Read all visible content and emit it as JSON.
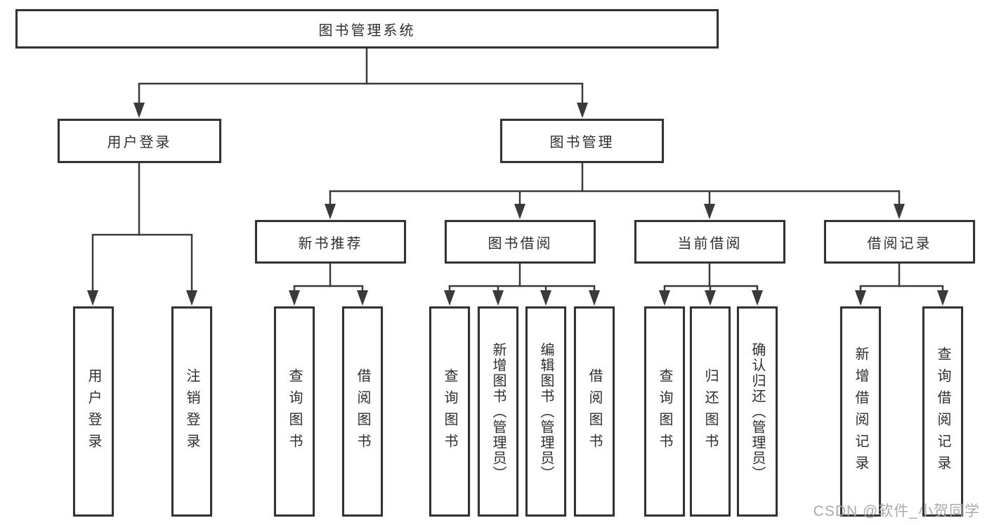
{
  "colors": {
    "line": "#3a3a3a",
    "box_border": "#333333",
    "box_fill": "#ffffff",
    "text": "#2f2f2f",
    "watermark": "#a9a9b0",
    "background": "#ffffff"
  },
  "watermark": {
    "text": "CSDN @软件_小贺同学"
  },
  "chart_type": "tree-diagram",
  "tree": {
    "root": {
      "label": "图书管理系统",
      "children": [
        {
          "label": "用户登录",
          "children": [
            {
              "label": "用户登录"
            },
            {
              "label": "注销登录"
            }
          ]
        },
        {
          "label": "图书管理",
          "children": [
            {
              "label": "新书推荐",
              "children": [
                {
                  "label": "查询图书"
                },
                {
                  "label": "借阅图书"
                }
              ]
            },
            {
              "label": "图书借阅",
              "children": [
                {
                  "label": "查询图书"
                },
                {
                  "label": "新增图书（管理员）"
                },
                {
                  "label": "编辑图书（管理员）"
                },
                {
                  "label": "借阅图书"
                }
              ]
            },
            {
              "label": "当前借阅",
              "children": [
                {
                  "label": "查询图书"
                },
                {
                  "label": "归还图书"
                },
                {
                  "label": "确认归还（管理员）"
                }
              ]
            },
            {
              "label": "借阅记录",
              "children": [
                {
                  "label": "新增借阅记录"
                },
                {
                  "label": "查询借阅记录"
                }
              ]
            }
          ]
        }
      ]
    }
  }
}
